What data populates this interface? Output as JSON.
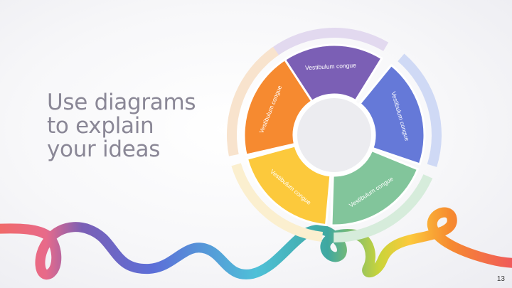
{
  "slide": {
    "title_lines": [
      "Use diagrams",
      "to explain",
      "your ideas"
    ],
    "page_number": "13"
  },
  "diagram": {
    "segments": [
      {
        "label": "Vestibulum congue",
        "color": "#7b5fb5",
        "outer_color": "#e2d9ef"
      },
      {
        "label": "Vestibulum congue",
        "color": "#6579d8",
        "outer_color": "#cfd9f5"
      },
      {
        "label": "Vestibulum congue",
        "color": "#82c59b",
        "outer_color": "#d6ecdb"
      },
      {
        "label": "Vestibulum congue",
        "color": "#fcc93c",
        "outer_color": "#fbefcf"
      },
      {
        "label": "Vestibulum congue",
        "color": "#f68a30",
        "outer_color": "#f8e3cd"
      }
    ],
    "center_color": "#ececf0"
  }
}
